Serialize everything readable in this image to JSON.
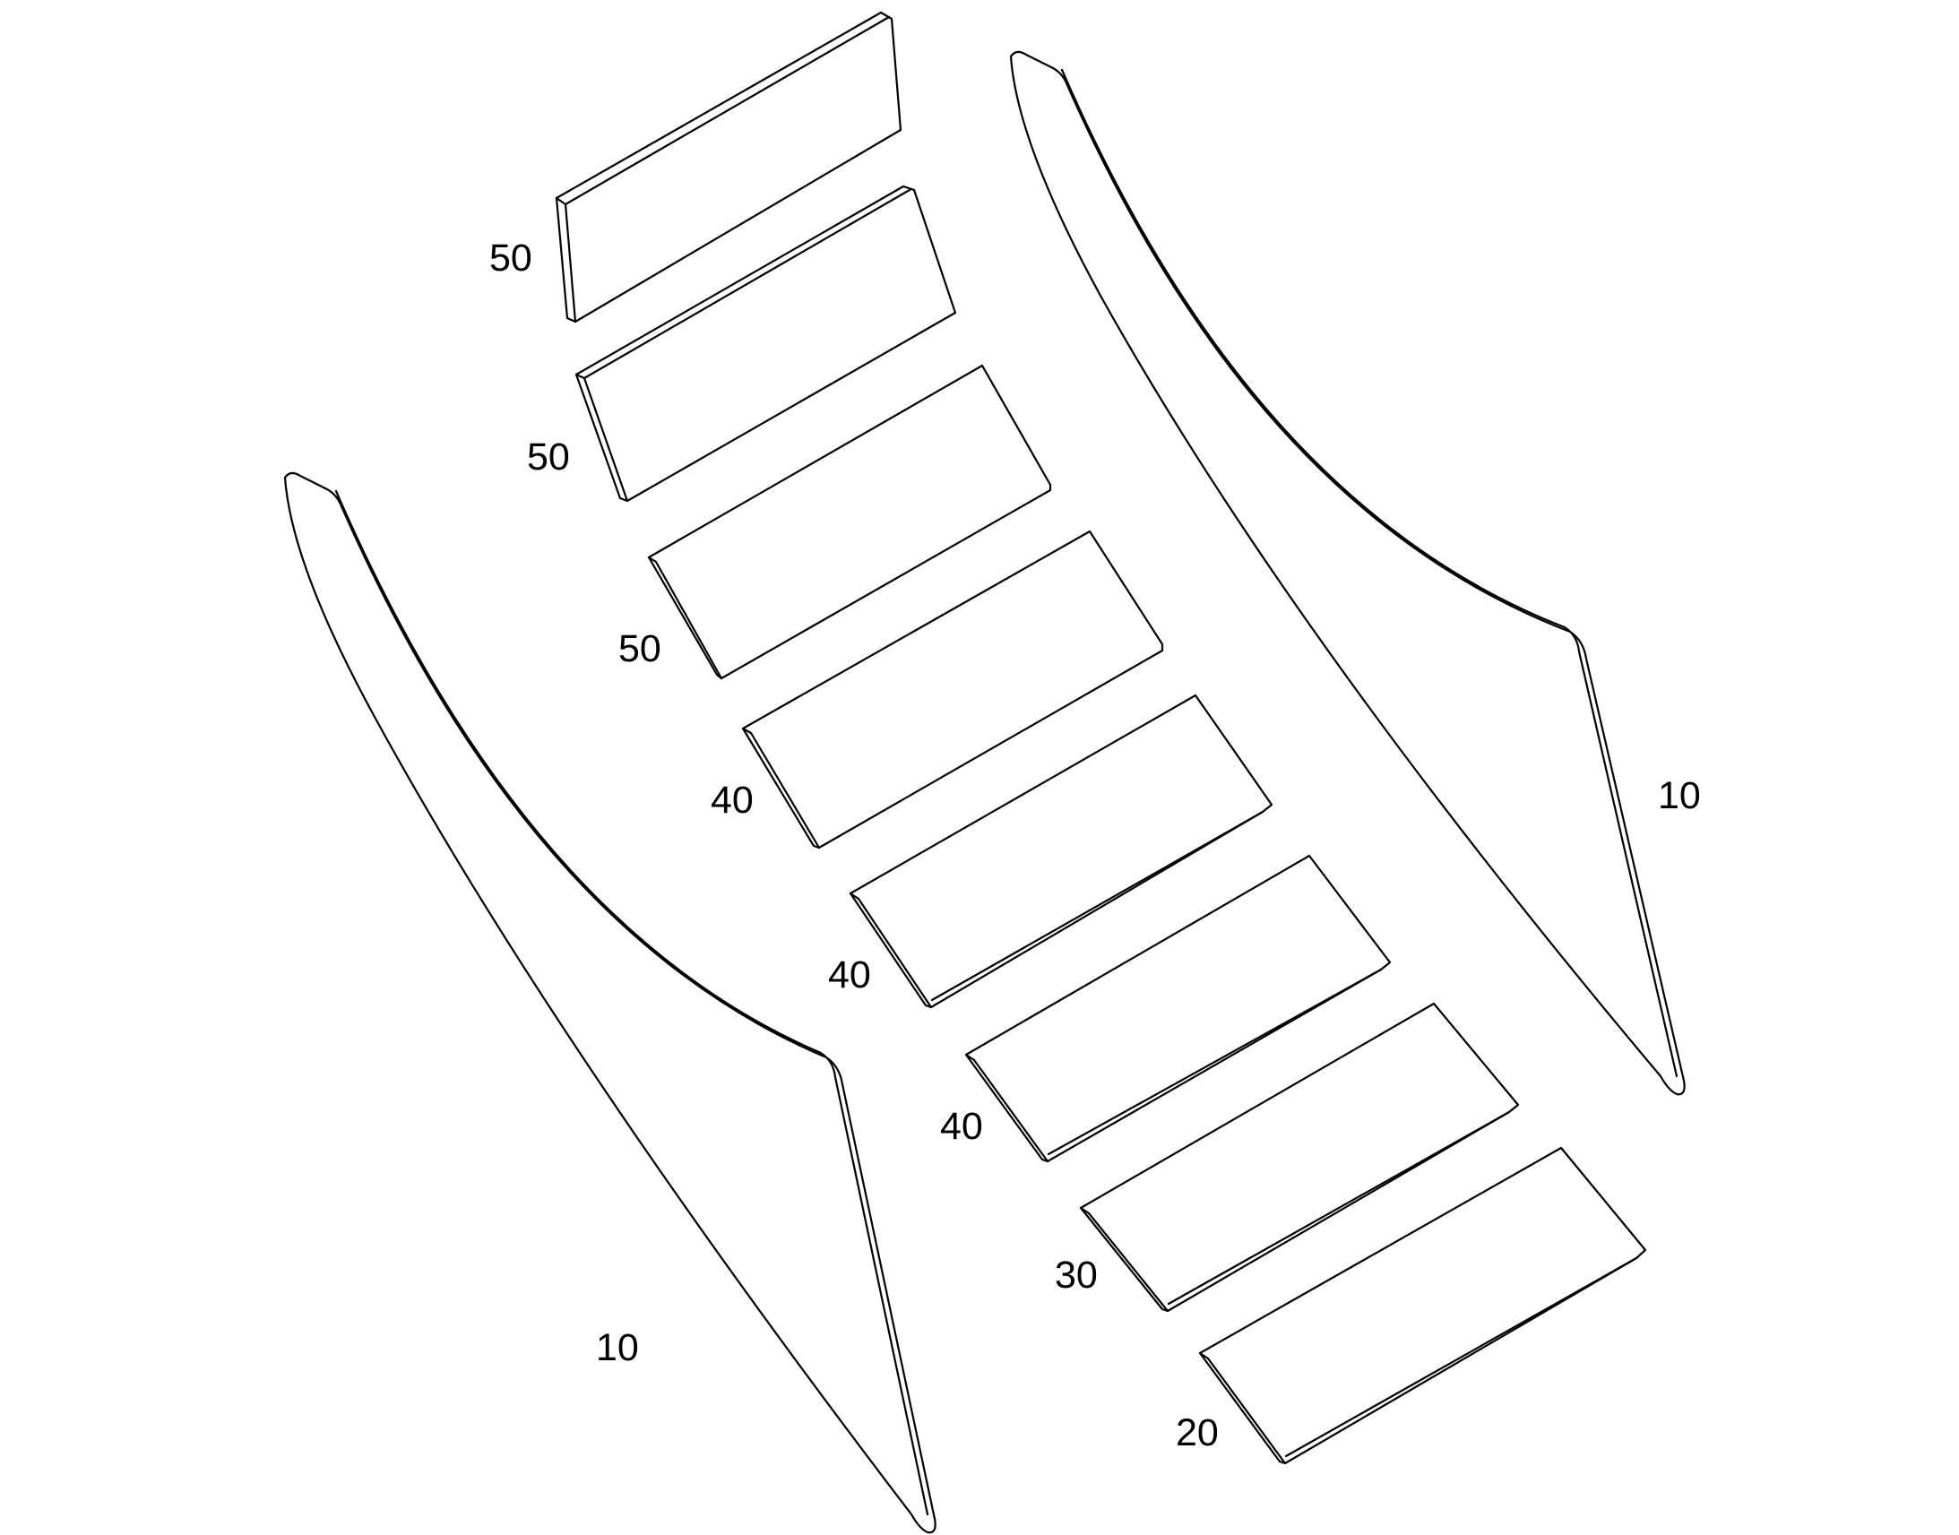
{
  "labels": {
    "side_panel_left": "10",
    "side_panel_right": "10",
    "board_1": "50",
    "board_2": "50",
    "board_3": "50",
    "board_4": "40",
    "board_5": "40",
    "board_6": "40",
    "board_7": "30",
    "board_8": "20"
  },
  "colors": {
    "line": "#000000",
    "background": "#ffffff"
  }
}
